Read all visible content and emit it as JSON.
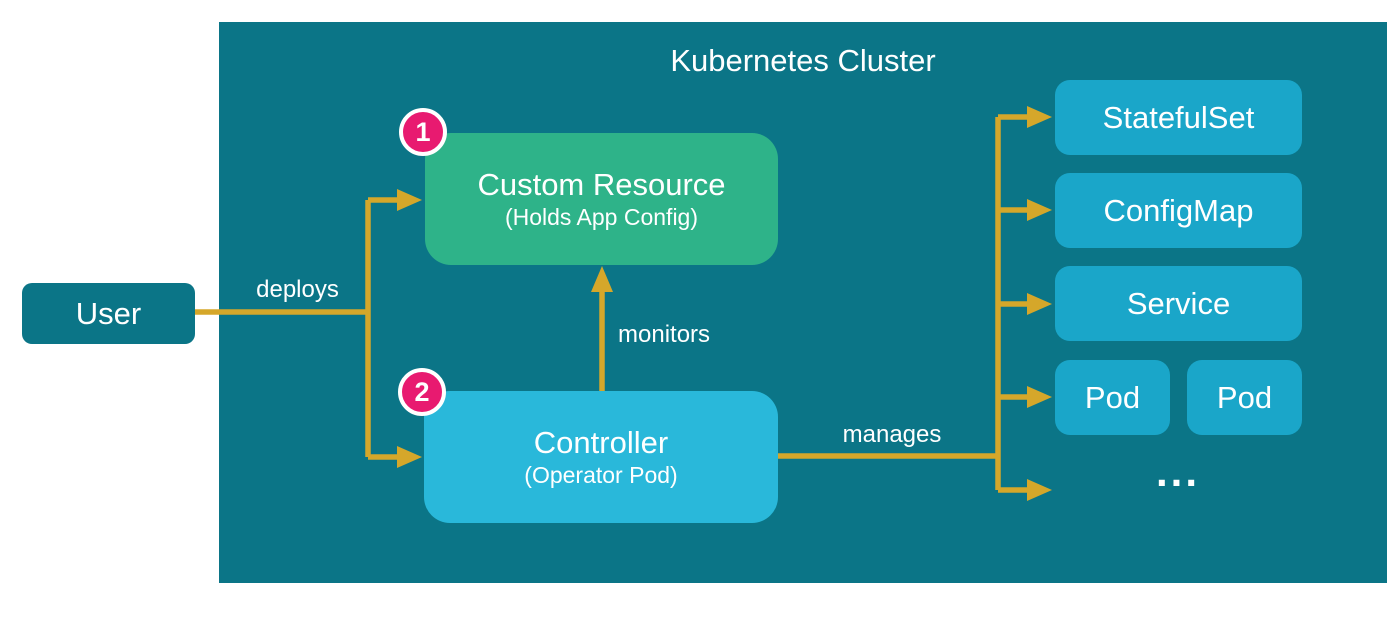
{
  "diagram": {
    "cluster_title": "Kubernetes Cluster",
    "user": {
      "label": "User"
    },
    "custom_resource": {
      "badge": "1",
      "title": "Custom Resource",
      "subtitle": "(Holds App Config)"
    },
    "controller": {
      "badge": "2",
      "title": "Controller",
      "subtitle": "(Operator Pod)"
    },
    "resources": [
      {
        "label": "StatefulSet"
      },
      {
        "label": "ConfigMap"
      },
      {
        "label": "Service"
      },
      {
        "label": "Pod"
      },
      {
        "label": "Pod"
      },
      {
        "label": "..."
      }
    ],
    "edges": {
      "deploys": "deploys",
      "monitors": "monitors",
      "manages": "manages"
    }
  },
  "colors": {
    "background": "#ffffff",
    "cluster": "#0b7587",
    "node_green": "#2eb389",
    "node_cyan": "#1aa6c9",
    "node_cyan_light": "#29b8da",
    "connector_gold": "#d5a72a",
    "badge_pink": "#e81a70",
    "text": "#ffffff"
  }
}
